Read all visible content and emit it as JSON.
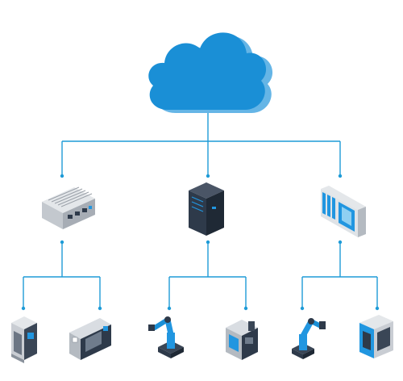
{
  "diagram": {
    "nodes": [
      {
        "id": "cloud",
        "icon": "cloud-icon",
        "parent": null
      },
      {
        "id": "edge-gateway",
        "icon": "industrial-gateway-icon",
        "parent": "cloud"
      },
      {
        "id": "server",
        "icon": "server-tower-icon",
        "parent": "cloud"
      },
      {
        "id": "controller-rack",
        "icon": "plc-controller-icon",
        "parent": "cloud"
      },
      {
        "id": "cabinet",
        "icon": "electrical-cabinet-icon",
        "parent": "edge-gateway"
      },
      {
        "id": "cnc-lathe",
        "icon": "cnc-lathe-icon",
        "parent": "edge-gateway"
      },
      {
        "id": "robot-arm-1",
        "icon": "robot-arm-icon",
        "parent": "server"
      },
      {
        "id": "cnc-mill",
        "icon": "cnc-milling-machine-icon",
        "parent": "server"
      },
      {
        "id": "robot-arm-2",
        "icon": "robot-arm-icon",
        "parent": "controller-rack"
      },
      {
        "id": "test-chamber",
        "icon": "test-chamber-icon",
        "parent": "controller-rack"
      }
    ],
    "colors": {
      "line": "#1e9bd7",
      "cloud_main": "#1a8fd6",
      "cloud_side": "#65b5e6",
      "device_light": "#d9dde2",
      "device_mid": "#b4bac1",
      "device_dark": "#2e3a4a",
      "accent_blue": "#2196e0"
    }
  }
}
